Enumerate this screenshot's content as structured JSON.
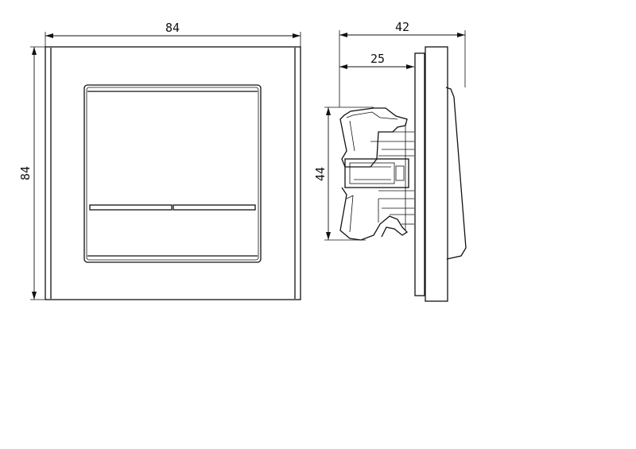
{
  "front_view": {
    "width_label": "84",
    "height_label": "84"
  },
  "side_view": {
    "depth_total_label": "42",
    "depth_mechanism_label": "25",
    "mechanism_height_label": "44"
  }
}
